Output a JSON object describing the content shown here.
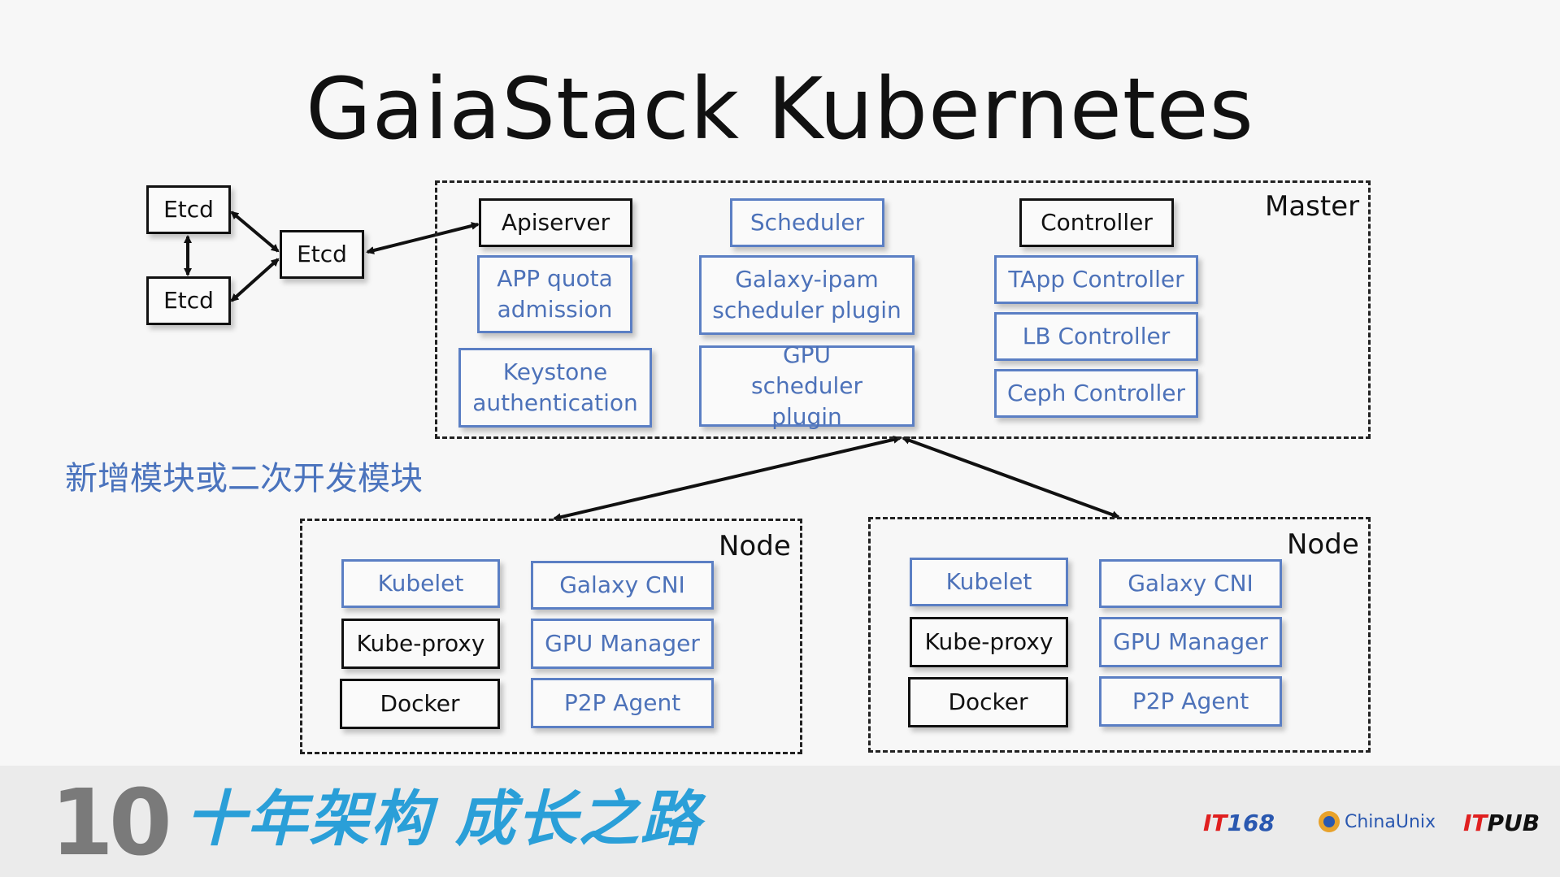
{
  "title": "GaiaStack Kubernetes",
  "etcd": [
    "Etcd",
    "Etcd",
    "Etcd"
  ],
  "master": {
    "label": "Master",
    "apiserver": "Apiserver",
    "app_quota": "APP quota admission",
    "keystone": "Keystone authentication",
    "scheduler": "Scheduler",
    "galaxy_ipam": "Galaxy-ipam scheduler plugin",
    "gpu_scheduler": "GPU scheduler plugin",
    "controller": "Controller",
    "tapp_controller": "TApp Controller",
    "lb_controller": "LB Controller",
    "ceph_controller": "Ceph Controller"
  },
  "nodes": [
    {
      "label": "Node",
      "kubelet": "Kubelet",
      "kube_proxy": "Kube-proxy",
      "docker": "Docker",
      "galaxy_cni": "Galaxy CNI",
      "gpu_manager": "GPU Manager",
      "p2p_agent": "P2P Agent"
    },
    {
      "label": "Node",
      "kubelet": "Kubelet",
      "kube_proxy": "Kube-proxy",
      "docker": "Docker",
      "galaxy_cni": "Galaxy CNI",
      "gpu_manager": "GPU Manager",
      "p2p_agent": "P2P Agent"
    }
  ],
  "legend_note": "新增模块或二次开发模块",
  "footer": {
    "ten": "10",
    "slogan": "十年架构 成长之路",
    "logo_it168_a": "IT",
    "logo_it168_b": "168",
    "logo_chinaunix": "ChinaUnix",
    "logo_itpub_a": "IT",
    "logo_itpub_b": "PUB"
  },
  "colors": {
    "custom_module": "#4d72b9",
    "standard_module": "#111111",
    "slogan": "#2a9fd8"
  }
}
